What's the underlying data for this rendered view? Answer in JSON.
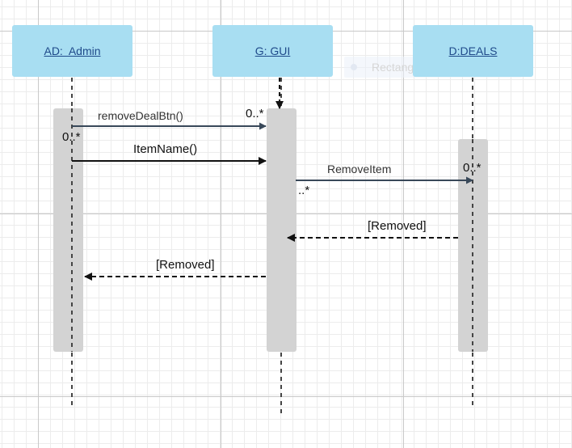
{
  "lifelines": {
    "admin": "AD:  Admin",
    "gui": "G: GUI",
    "deals": "D:DEALS"
  },
  "messages": {
    "remove_deal_btn": "removeDealBtn()",
    "item_name": "ItemName()",
    "remove_item": "RemoveItem",
    "removed_reply_deals": "[Removed]",
    "removed_reply_gui": "[Removed]"
  },
  "multiplicities": {
    "gui_top": "0..*",
    "admin_left": "0..*",
    "gui_right": "..*",
    "deals_right": "0..*"
  },
  "ghost_tooltip": "Rectangular Snip",
  "colors": {
    "lifeline_head": "#a8def2",
    "lifeline_text": "#1f4a8a",
    "activation": "#d3d3d3",
    "solid_arrow": "#384859",
    "dashed_arrow": "#111111"
  }
}
